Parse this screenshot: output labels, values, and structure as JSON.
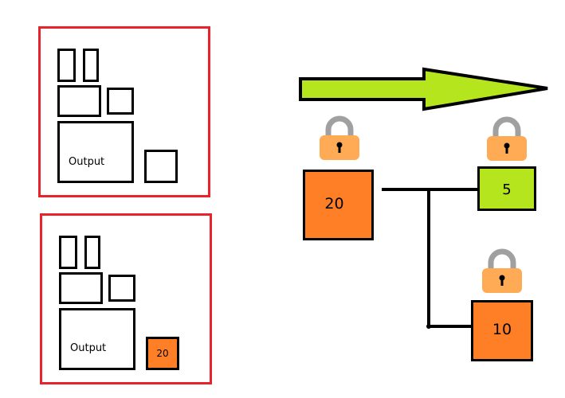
{
  "panel_top": {
    "output_label": "Output"
  },
  "panel_bottom": {
    "output_label": "Output",
    "result_value": "20"
  },
  "tree": {
    "root": {
      "value": "20",
      "color": "#ff7f27",
      "locked": true
    },
    "children": [
      {
        "value": "5",
        "color": "#b5e61d",
        "locked": true
      },
      {
        "value": "10",
        "color": "#ff7f27",
        "locked": true
      }
    ]
  },
  "colors": {
    "panel_border": "#e8232b",
    "arrow_fill": "#b5e61d",
    "lock_body": "#ffaa55",
    "lock_shackle": "#a0a0a0",
    "orange": "#ff7f27",
    "green": "#b5e61d"
  },
  "icons": {
    "arrow": "right-arrow-icon",
    "lock": "padlock-icon"
  }
}
